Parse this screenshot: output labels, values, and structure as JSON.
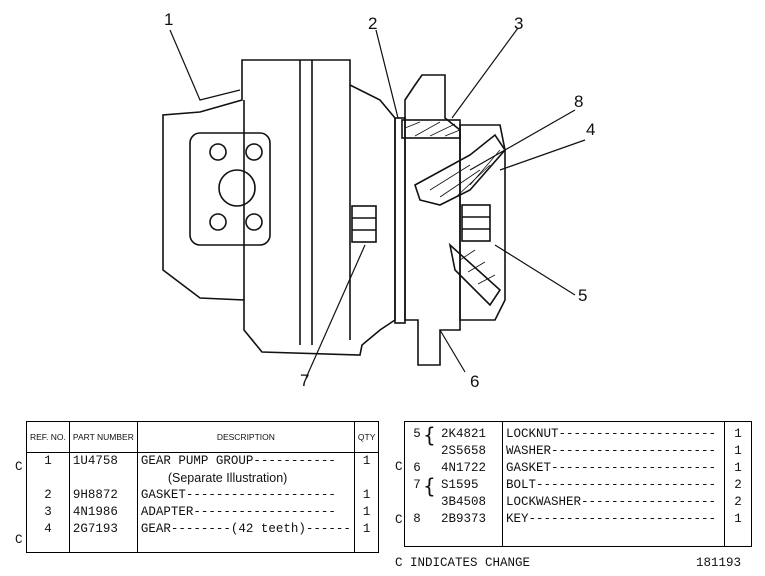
{
  "callouts": [
    "1",
    "2",
    "3",
    "8",
    "4",
    "5",
    "6",
    "7"
  ],
  "left_table": {
    "headers": {
      "ref": "REF. NO.",
      "part": "PART NUMBER",
      "desc": "DESCRIPTION",
      "qty": "QTY"
    },
    "rows": [
      {
        "flag": "C",
        "ref": "1",
        "part": "1U4758",
        "desc": "GEAR PUMP GROUP-----------",
        "qty": "1"
      },
      {
        "flag": "",
        "ref": "",
        "part": "",
        "desc": "(Separate Illustration)",
        "qty": ""
      },
      {
        "flag": "",
        "ref": "2",
        "part": "9H8872",
        "desc": "GASKET--------------------",
        "qty": "1"
      },
      {
        "flag": "",
        "ref": "3",
        "part": "4N1986",
        "desc": "ADAPTER-------------------",
        "qty": "1"
      },
      {
        "flag": "C",
        "ref": "4",
        "part": "2G7193",
        "desc": "GEAR--------(42 teeth)------",
        "qty": "1"
      }
    ]
  },
  "right_table": {
    "rows": [
      {
        "flag": "",
        "ref": "5",
        "part": "2K4821",
        "desc": "LOCKNUT---------------------",
        "qty": "1"
      },
      {
        "flag": "",
        "ref": "",
        "part": "2S5658",
        "desc": "WASHER----------------------",
        "qty": "1"
      },
      {
        "flag": "C",
        "ref": "6",
        "part": "4N1722",
        "desc": "GASKET----------------------",
        "qty": "1"
      },
      {
        "flag": "",
        "ref": "7",
        "part": "S1595",
        "desc": "BOLT------------------------",
        "qty": "2"
      },
      {
        "flag": "",
        "ref": "",
        "part": "3B4508",
        "desc": "LOCKWASHER------------------",
        "qty": "2"
      },
      {
        "flag": "C",
        "ref": "8",
        "part": "2B9373",
        "desc": "KEY-------------------------",
        "qty": "1"
      }
    ]
  },
  "footer": {
    "note": "C INDICATES CHANGE",
    "id": "181193"
  }
}
